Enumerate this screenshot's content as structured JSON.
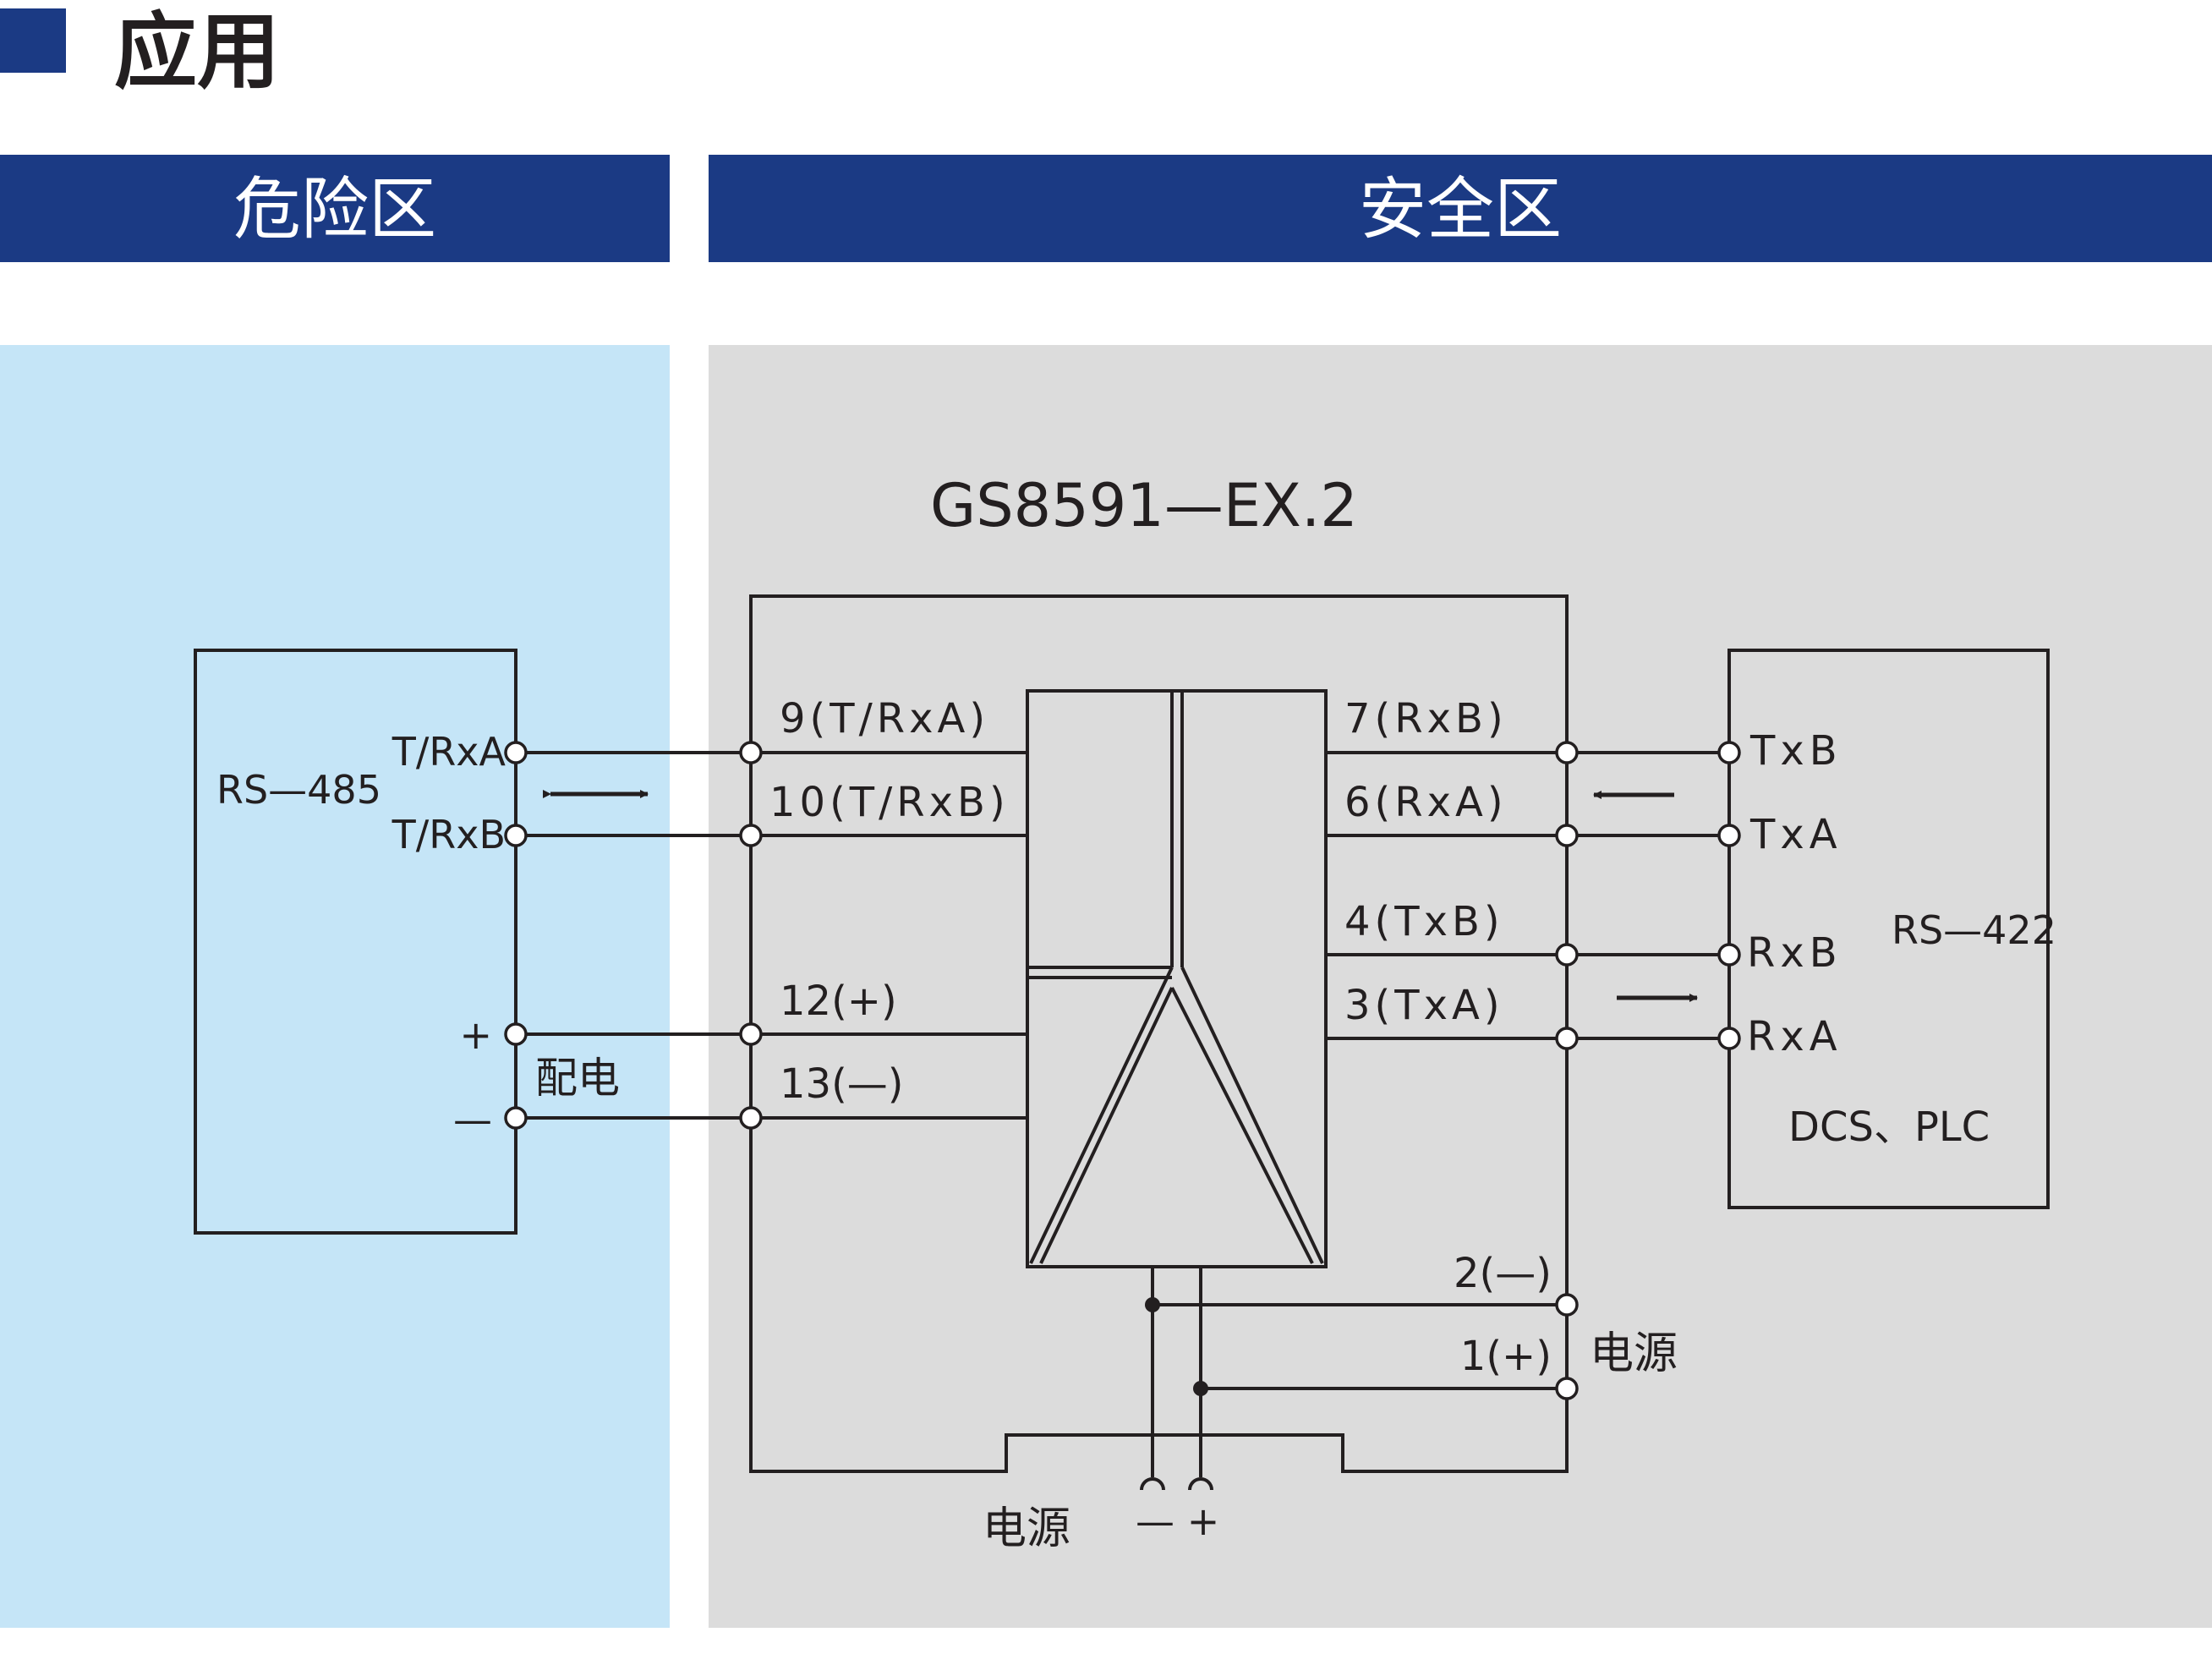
{
  "section": {
    "title": "应用"
  },
  "zones": {
    "hazardous": "危险区",
    "safe": "安全区"
  },
  "module": {
    "model": "GS8591—EX.2",
    "pins_left": [
      "9(T/RxA)",
      "10(T/RxB)",
      "12(+)",
      "13(—)"
    ],
    "pins_right": [
      "7(RxB)",
      "6(RxA)",
      "4(TxB)",
      "3(TxA)"
    ],
    "pins_power": [
      "2(—)",
      "1(+)"
    ],
    "power_label": "电源",
    "bottom_power_label": "电源",
    "bottom_minus": "—",
    "bottom_plus": "+"
  },
  "field_device": {
    "name": "RS—485",
    "pins": [
      "T/RxA",
      "T/RxB"
    ],
    "plus": "+",
    "minus": "—",
    "supply_label": "配电"
  },
  "host_device": {
    "name": "RS—422",
    "pins": [
      "TxB",
      "TxA",
      "RxB",
      "RxA"
    ],
    "system": "DCS、PLC"
  },
  "colors": {
    "band": "#1b3a84",
    "hazardous_bg": "#c5e5f7",
    "safe_bg": "#dcdcdc",
    "line": "#231f20"
  }
}
